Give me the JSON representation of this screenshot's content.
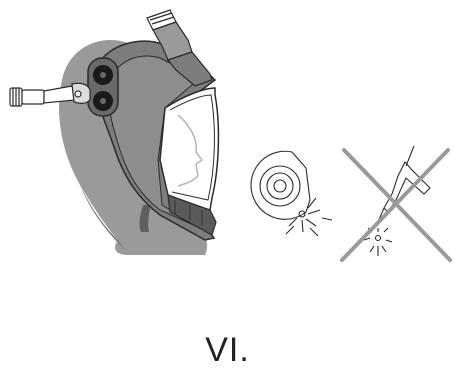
{
  "caption": "VI.",
  "colors": {
    "head": "#9a9a9a",
    "head_dark": "#6f6f6f",
    "visor": "#ffffff",
    "line": "#2b2b2b",
    "cross": "#9a9a9a"
  },
  "icons": {
    "helmet": "welding-helmet-figure",
    "grinder": "grinding-disc-with-sparks",
    "forbidden": "crossed-out-welding-torch"
  }
}
